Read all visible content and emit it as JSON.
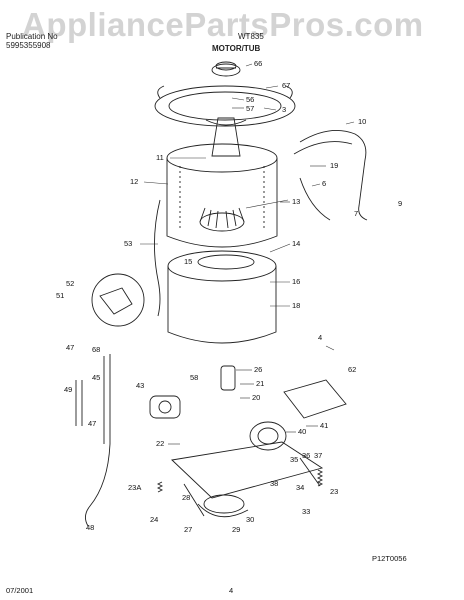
{
  "header": {
    "publication_label": "Publication No",
    "publication_no": "5995355908",
    "model_label": "WT835",
    "section_title": "MOTOR/TUB"
  },
  "watermark": "AppliancePartsPros.com",
  "callouts": [
    "66",
    "67",
    "3",
    "56",
    "57",
    "10",
    "11",
    "19",
    "12",
    "6",
    "7",
    "9",
    "13",
    "14",
    "53",
    "15",
    "16",
    "52",
    "51",
    "18",
    "4",
    "47",
    "68",
    "62",
    "45",
    "58",
    "26",
    "43",
    "49",
    "21",
    "20",
    "40",
    "41",
    "47",
    "22",
    "35",
    "36",
    "37",
    "23A",
    "38",
    "34",
    "23",
    "28",
    "24",
    "30",
    "33",
    "27",
    "29",
    "48"
  ],
  "footer": {
    "diagram_code": "P12T0056",
    "date": "07/2001",
    "page_number": "4"
  }
}
